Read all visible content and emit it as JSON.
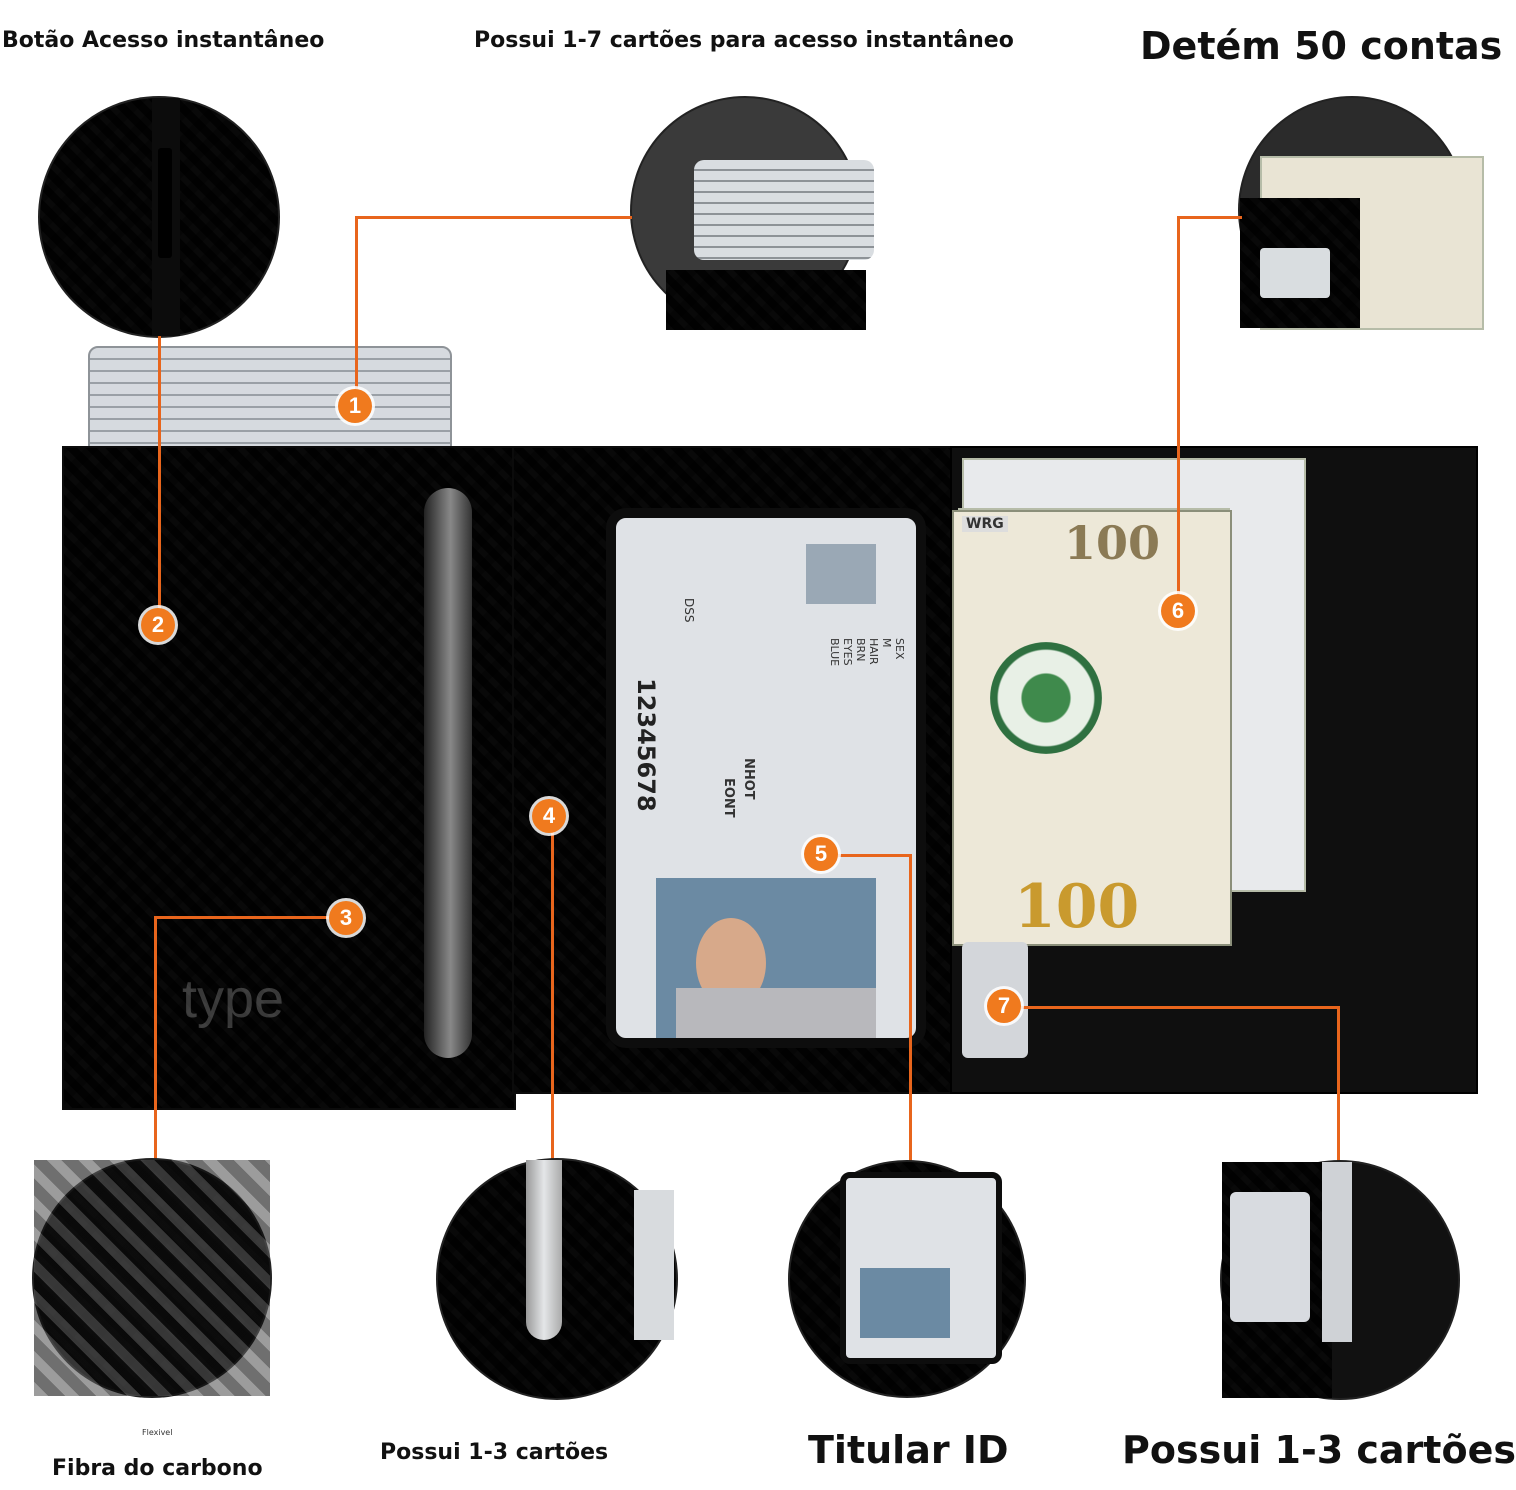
{
  "labels": {
    "botao": "Botão Acesso instantâneo",
    "possui17": "Possui 1-7 cartões para acesso instantâneo",
    "detem": "Detém 50 contas",
    "flexivel": "Flexivel",
    "fibra": "Fibra do carbono",
    "possui13a": "Possui 1-3 cartões",
    "titular": "Titular ID",
    "possui13b": "Possui 1-3 cartões"
  },
  "badges": [
    "1",
    "2",
    "3",
    "4",
    "5",
    "6",
    "7"
  ],
  "id_card": {
    "number": "12345678",
    "field1": "DSS",
    "field2": "EONT",
    "field3": "NHOT",
    "field4": "SEX M  HAIR BRN  EYES BLUE"
  },
  "banknote": {
    "denomination_top": "100",
    "denomination_bottom": "100",
    "serial": "WRG"
  },
  "brand": "type",
  "colors": {
    "accent": "#f07a1e",
    "line": "#e8651c"
  },
  "icons": [
    "carbon-fiber-swatch",
    "card-stack",
    "id-card",
    "banknote",
    "eject-button"
  ]
}
